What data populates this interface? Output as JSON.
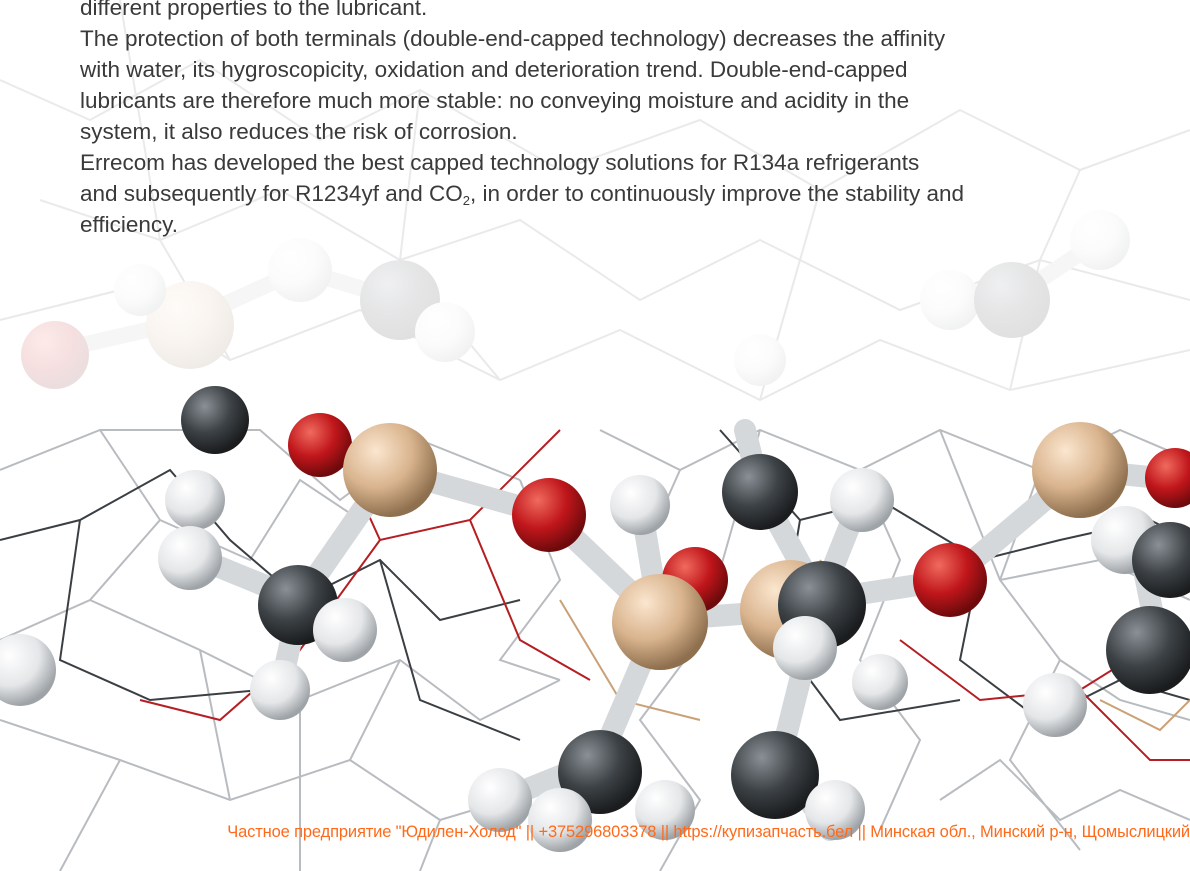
{
  "document": {
    "paragraphs": [
      {
        "lines": [
          "different properties to the lubricant."
        ]
      },
      {
        "lines": [
          "The protection of both terminals (double-end-capped technology) decreases the affinity",
          "with water, its hygroscopicity, oxidation and deterioration trend. Double-end-capped",
          "lubricants are therefore much more stable: no conveying moisture and acidity in the",
          "system, it also reduces the risk of corrosion."
        ]
      },
      {
        "line1": "Errecom has developed the best capped technology solutions for R134a refrigerants",
        "line2_before": "and subsequently for R1234yf and CO",
        "line2_sub": "2",
        "line2_after": ", in order to continuously improve the stability and",
        "line3": "efficiency."
      }
    ]
  },
  "footer": {
    "text": "Частное предприятие \"Юдилен-Холод\"  ||  +375296803378  ||  https://купизапчасть.бел  ||  Минская обл., Минский р-н, Щомыслицкий"
  },
  "colors": {
    "text": "#3a3a3a",
    "footer": "#ff6a1a",
    "atom_oxygen": "#c0161b",
    "atom_carbon": "#3d4246",
    "atom_silicon": "#d9b48e",
    "atom_hydrogen": "#eceeef"
  }
}
